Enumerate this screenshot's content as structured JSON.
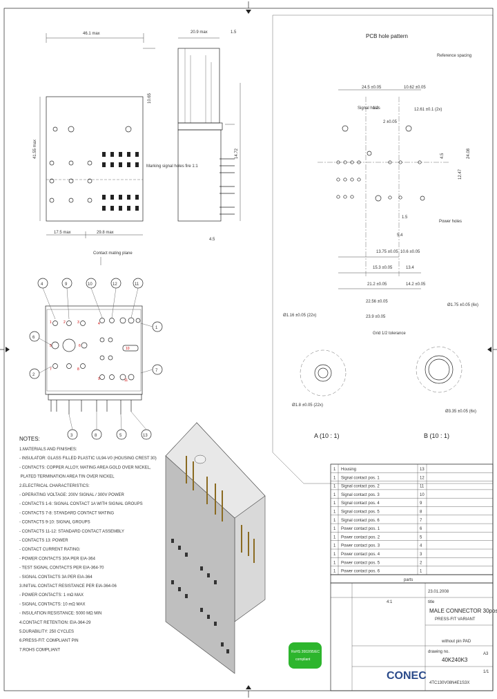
{
  "section_title": "PCB hole pattern",
  "dims_top": {
    "w461": "46.1 max",
    "w209": "20.9 max",
    "w15": "1.5",
    "h1065": "10.65",
    "h4155": "41.55 max",
    "h1472": "14.72",
    "w175": "17.5 max",
    "w298": "29.8 max",
    "w45": "4.5",
    "marking": "Marking signal holes fire 1:1",
    "contact_mating": "Contact mating plane"
  },
  "dims_pcb": {
    "d245": "24.5 ±0.05",
    "d1062": "10.62 ±0.05",
    "d12": "1.2",
    "d2": "2 ±0.05",
    "pitch": "12.61 ±0.1 (2x)",
    "d2408": "24.08",
    "d45": "4.5",
    "d1247": "12.47",
    "d15": "1.5",
    "d54": "5.4",
    "d1375": "13.75 ±0.05",
    "d1066": "10.6 ±0.05",
    "d153": "15.3 ±0.05",
    "d134": "13.4",
    "d212": "21.2 ±0.05",
    "d142": "14.2 ±0.05",
    "d2256": "22.56 ±0.05",
    "d239": "23.9 ±0.05",
    "drill1": "Ø1.16 ±0.05 (22x)",
    "drill2": "Ø1.75 ±0.05 (6x)",
    "drill3": "Ø1.8 ±0.05 (22x)",
    "drill4": "Ø3.35 ±0.05 (6x)",
    "grid": "Grid 1/2 tolerance",
    "reference": "Reference spacing",
    "signal_holes": "Signal holes",
    "power_holes": "Power holes",
    "view_a": "A (10 : 1)",
    "view_b": "B (10 : 1)"
  },
  "callouts": [
    "1",
    "2",
    "3",
    "4",
    "5",
    "6",
    "7",
    "8",
    "9",
    "10",
    "11",
    "12",
    "13"
  ],
  "notes": {
    "title": "NOTES:",
    "lines": [
      "1.MATERIALS AND FINISHES:",
      "- INSULATOR: GLASS FILLED PLASTIC UL94-V0 (HOUSING CREST 30)",
      "- CONTACTS: COPPER ALLOY, MATING AREA GOLD OVER NICKEL,",
      "  PLATED TERMINATION AREA TIN OVER NICKEL",
      "2.ELECTRICAL CHARACTERISTICS:",
      "- OPERATING VOLTAGE: 200V SIGNAL / 300V POWER",
      "- CONTACTS 1-6: SIGNAL CONTACT 1A WITH SIGNAL GROUPS",
      "- CONTACTS 7-8: STANDARD CONTACT MATING",
      "- CONTACTS 9-10: SIGNAL GROUPS",
      "- CONTACTS 11-12: STANDARD CONTACT ASSEMBLY",
      "- CONTACTS 13: POWER",
      "- CONTACT CURRENT RATING:",
      "- POWER CONTACTS 30A PER EIA-364",
      "- TEST SIGNAL CONTACTS PER EIA-364-70",
      "- SIGNAL CONTACTS 3A PER EIA-364",
      "3.INITIAL CONTACT RESISTANCE PER EIA-364-06",
      "- POWER CONTACTS: 1 mΩ MAX",
      "- SIGNAL CONTACTS: 10 mΩ MAX",
      "- INSULATION RESISTANCE: 5000 MΩ MIN",
      "4.CONTACT RETENTION: EIA-364-29",
      "5.DURABILITY: 250 CYCLES",
      "6.PRESS-FIT: COMPLIANT PIN",
      "7.ROHS COMPLIANT"
    ]
  },
  "rohs_badge": {
    "line1": "RoHS 2002/95/EC",
    "line2": "compliant"
  },
  "parts_table": {
    "rows": [
      {
        "qty": "1",
        "desc": "Housing",
        "pos": "13"
      },
      {
        "qty": "1",
        "desc": "Signal contact pos. 1",
        "pos": "12"
      },
      {
        "qty": "1",
        "desc": "Signal contact pos. 2",
        "pos": "11"
      },
      {
        "qty": "1",
        "desc": "Signal contact pos. 3",
        "pos": "10"
      },
      {
        "qty": "1",
        "desc": "Signal contact pos. 4",
        "pos": "9"
      },
      {
        "qty": "1",
        "desc": "Signal contact pos. 5",
        "pos": "8"
      },
      {
        "qty": "1",
        "desc": "Signal contact pos. 6",
        "pos": "7"
      },
      {
        "qty": "1",
        "desc": "Power contact pos. 1",
        "pos": "6"
      },
      {
        "qty": "1",
        "desc": "Power contact pos. 2",
        "pos": "5"
      },
      {
        "qty": "1",
        "desc": "Power contact pos. 3",
        "pos": "4"
      },
      {
        "qty": "1",
        "desc": "Power contact pos. 4",
        "pos": "3"
      },
      {
        "qty": "1",
        "desc": "Power contact pos. 5",
        "pos": "2"
      },
      {
        "qty": "1",
        "desc": "Power contact pos. 6",
        "pos": "1"
      }
    ]
  },
  "title_block": {
    "header": "parts",
    "title_label": "title",
    "title": "MALE CONNECTOR 30pos.",
    "subtitle": "PRESS-FIT VARIANT",
    "sub2": "without pin PAD",
    "drawing_no_label": "drawing no.",
    "drawing_no": "40K240K3",
    "company": "CONEC",
    "code": "4TC130V08N4E1S3X",
    "date": "23.01.2008",
    "scale": "4:1",
    "format": "A3",
    "sheet": "1/1"
  },
  "colors": {
    "ink": "#222222",
    "red_marks": "#cc0000",
    "rohs_green": "#33cc33",
    "housing_gray": "#cfcfcf"
  }
}
